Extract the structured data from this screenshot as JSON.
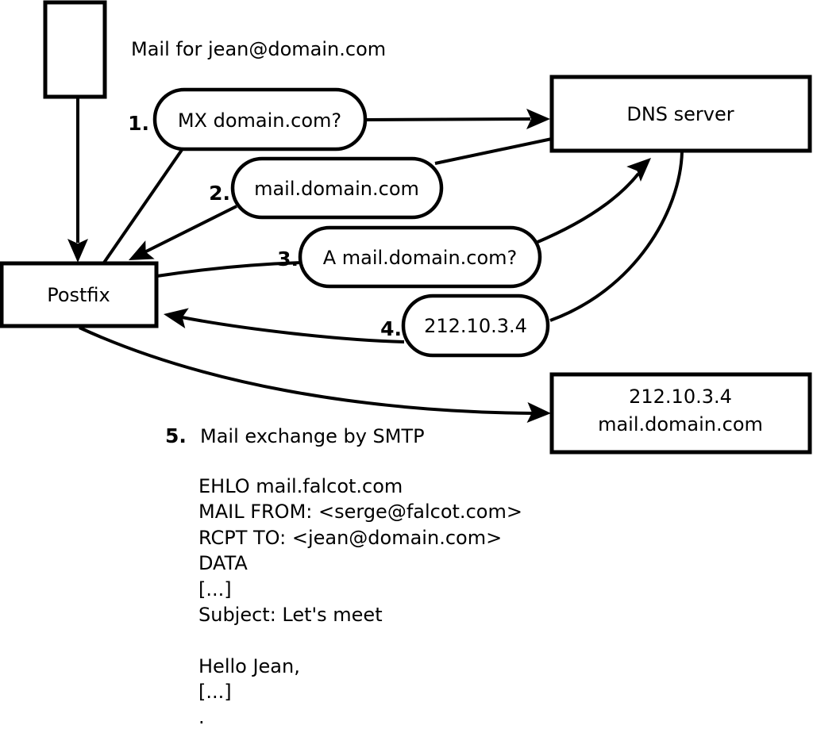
{
  "diagram": {
    "note": "Mail for jean@domain.com",
    "nodes": {
      "postfix": {
        "label": "Postfix"
      },
      "dns": {
        "label": "DNS server"
      },
      "mailserver": {
        "line1": "212.10.3.4",
        "line2": "mail.domain.com"
      }
    },
    "steps": [
      {
        "num": "1.",
        "label": "MX domain.com?"
      },
      {
        "num": "2.",
        "label": "mail.domain.com"
      },
      {
        "num": "3.",
        "label": "A mail.domain.com?"
      },
      {
        "num": "4.",
        "label": "212.10.3.4"
      },
      {
        "num": "5.",
        "label": "Mail exchange by SMTP"
      }
    ],
    "smtp_lines": [
      "EHLO mail.falcot.com",
      "MAIL FROM: <serge@falcot.com>",
      "RCPT TO: <jean@domain.com>",
      "DATA",
      "[...]",
      "Subject: Let's meet",
      "",
      "Hello Jean,",
      "[...]",
      "."
    ],
    "colors": {
      "ink": "#000000",
      "paper": "#ffffff"
    }
  }
}
